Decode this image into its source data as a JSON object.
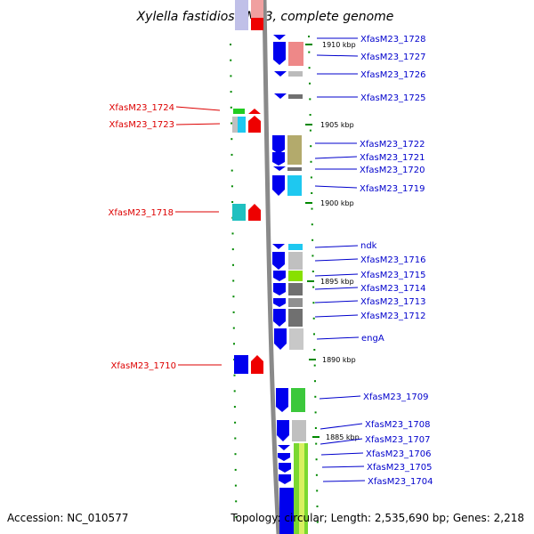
{
  "title": "Xylella fastidiosa M23, complete genome",
  "footer": {
    "accession": "Accession: NC_010577",
    "summary": "Topology: circular; Length: 2,535,690 bp; Genes: 2,218"
  },
  "colors": {
    "forward_label": "#0000cc",
    "reverse_label": "#dd0000",
    "gene_arrow": "#0000ee",
    "reverse_arrow": "#ee0000",
    "tick": "#008800",
    "backbone": "#8a8a8a"
  },
  "kbp_labels": [
    "1910 kbp",
    "1905 kbp",
    "1900 kbp",
    "1895 kbp",
    "1890 kbp",
    "1885 kbp"
  ],
  "right_genes": [
    "XfasM23_1728",
    "XfasM23_1727",
    "XfasM23_1726",
    "XfasM23_1725",
    "XfasM23_1722",
    "XfasM23_1721",
    "XfasM23_1720",
    "XfasM23_1719",
    "ndk",
    "XfasM23_1716",
    "XfasM23_1715",
    "XfasM23_1714",
    "XfasM23_1713",
    "XfasM23_1712",
    "engA",
    "XfasM23_1709",
    "XfasM23_1708",
    "XfasM23_1707",
    "XfasM23_1706",
    "XfasM23_1705",
    "XfasM23_1704"
  ],
  "left_genes": [
    "XfasM23_1724",
    "XfasM23_1723",
    "XfasM23_1718",
    "XfasM23_1710"
  ]
}
